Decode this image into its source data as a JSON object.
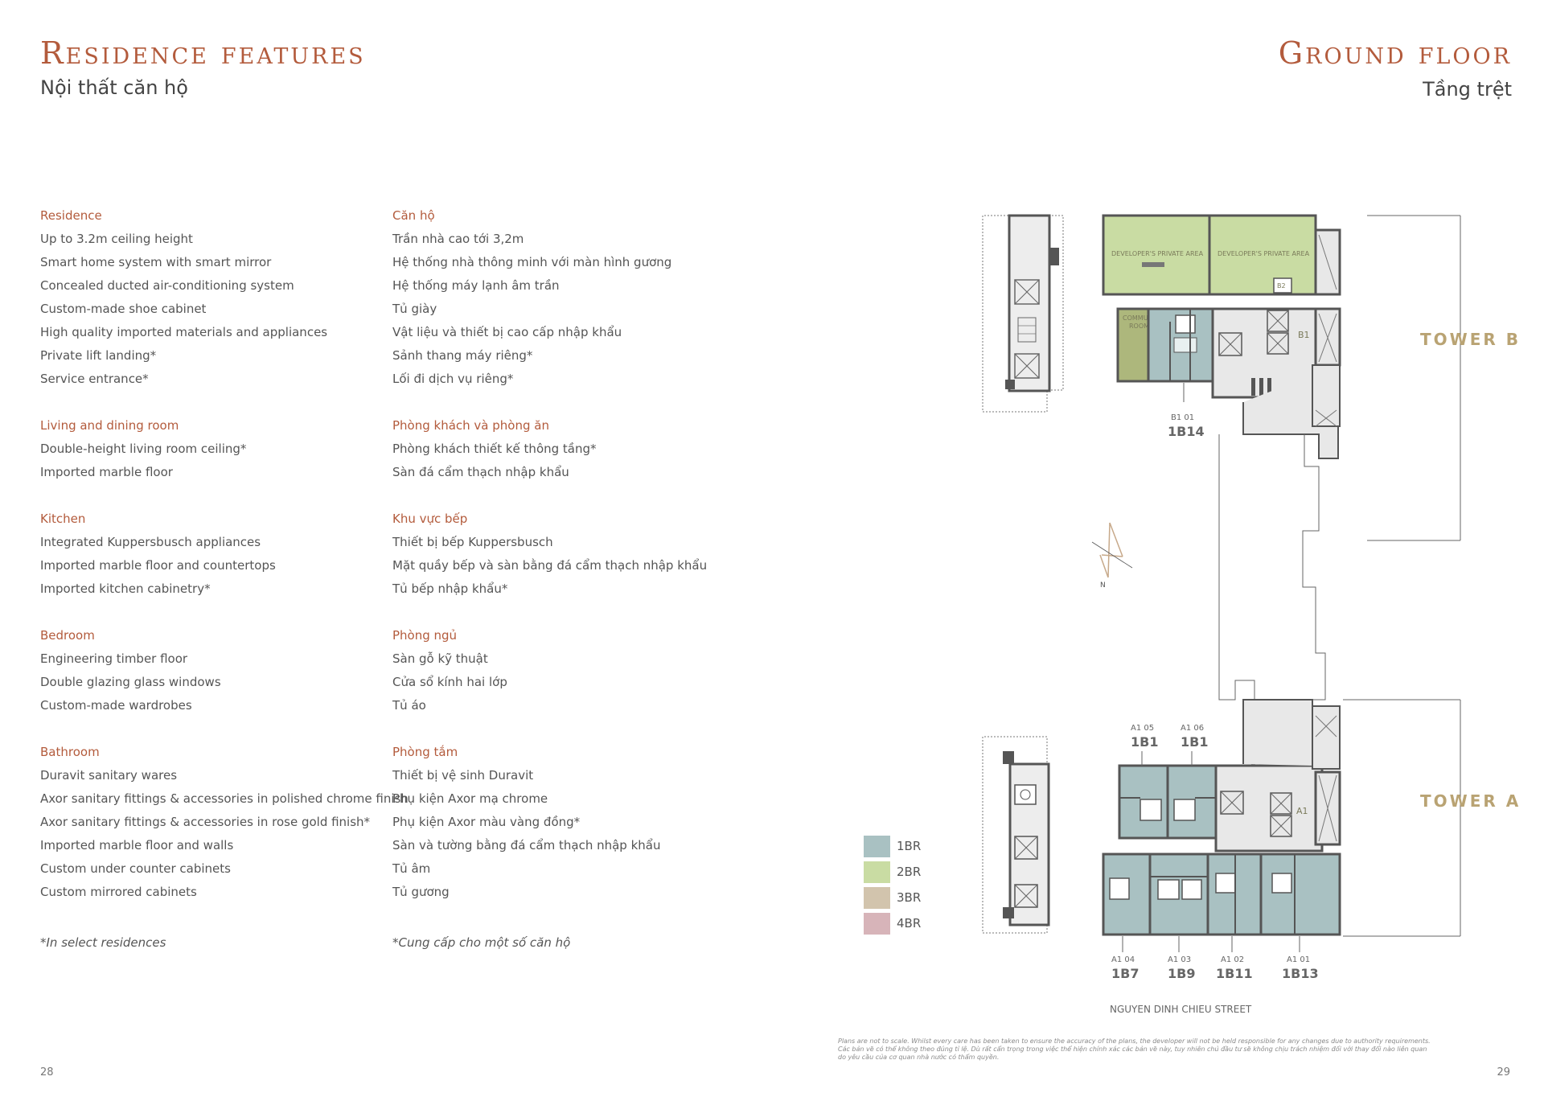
{
  "left_header": {
    "title": "Residence features",
    "subtitle": "Nội thất căn hộ"
  },
  "right_header": {
    "title": "Ground floor",
    "subtitle": "Tầng trệt"
  },
  "features_en": [
    {
      "heading": "Residence",
      "items": [
        "Up to 3.2m ceiling height",
        "Smart home system with smart mirror",
        "Concealed ducted air-conditioning system",
        "Custom-made shoe cabinet",
        "High quality imported materials and appliances",
        "Private lift landing*",
        "Service entrance*"
      ]
    },
    {
      "heading": "Living and dining room",
      "items": [
        "Double-height living room ceiling*",
        "Imported marble floor"
      ]
    },
    {
      "heading": "Kitchen",
      "items": [
        "Integrated Kuppersbusch appliances",
        "Imported marble floor and countertops",
        "Imported kitchen cabinetry*"
      ]
    },
    {
      "heading": "Bedroom",
      "items": [
        "Engineering timber floor",
        "Double glazing glass windows",
        "Custom-made wardrobes"
      ]
    },
    {
      "heading": "Bathroom",
      "items": [
        "Duravit sanitary wares",
        "Axor sanitary fittings & accessories in polished chrome finish",
        "Axor sanitary fittings & accessories in rose gold finish*",
        "Imported marble floor and walls",
        "Custom under counter cabinets",
        "Custom mirrored cabinets"
      ]
    }
  ],
  "features_vi": [
    {
      "heading": "Căn hộ",
      "items": [
        "Trần nhà cao tới 3,2m",
        "Hệ thống nhà thông minh với màn hình gương",
        "Hệ thống máy lạnh âm trần",
        "Tủ giày",
        "Vật liệu và thiết bị cao cấp nhập khẩu",
        "Sảnh thang máy riêng*",
        "Lối đi dịch vụ riêng*"
      ]
    },
    {
      "heading": "Phòng khách và phòng ăn",
      "items": [
        "Phòng khách thiết kế thông tầng*",
        "Sàn đá cẩm thạch nhập khẩu"
      ]
    },
    {
      "heading": "Khu vực bếp",
      "items": [
        "Thiết bị bếp Kuppersbusch",
        "Mặt quầy bếp và sàn bằng đá cẩm thạch nhập khẩu",
        "Tủ bếp nhập khẩu*"
      ]
    },
    {
      "heading": "Phòng ngủ",
      "items": [
        "Sàn gỗ kỹ thuật",
        "Cửa sổ kính hai lớp",
        "Tủ áo"
      ]
    },
    {
      "heading": "Phòng tắm",
      "items": [
        "Thiết bị vệ sinh Duravit",
        "Phụ kiện Axor mạ chrome",
        "Phụ kiện Axor màu vàng đồng*",
        "Sàn và tường bằng đá cẩm thạch nhập khẩu",
        "Tủ âm",
        "Tủ gương"
      ]
    }
  ],
  "notes": {
    "en": "*In select residences",
    "vi": "*Cung cấp cho một số căn hộ"
  },
  "plan": {
    "towers": {
      "b": "TOWER B",
      "a": "TOWER A"
    },
    "rooms": {
      "dev1": "DEVELOPER'S PRIVATE AREA",
      "dev2": "DEVELOPER'S PRIVATE AREA",
      "community_1": "COMMUNITY",
      "community_2": "ROOM"
    },
    "core_labels": {
      "b2": "B2",
      "b1": "B1",
      "a1": "A1"
    },
    "units": {
      "b101": {
        "code": "B1 01",
        "name": "1B14"
      },
      "a105": {
        "code": "A1 05",
        "name": "1B1"
      },
      "a106": {
        "code": "A1 06",
        "name": "1B1"
      },
      "a104": {
        "code": "A1 04",
        "name": "1B7"
      },
      "a103": {
        "code": "A1 03",
        "name": "1B9"
      },
      "a102": {
        "code": "A1 02",
        "name": "1B11"
      },
      "a101": {
        "code": "A1 01",
        "name": "1B13"
      }
    },
    "north": "N",
    "street": "NGUYEN DINH CHIEU STREET",
    "colors": {
      "br1": "#a9c1c2",
      "br2": "#c9dca3",
      "br3": "#d2c4ad",
      "br4": "#d7b4b9",
      "community": "#adb77c",
      "core": "#e8e8e8",
      "accent": "#b35b3c",
      "tower": "#b9a373"
    }
  },
  "legend": [
    {
      "label": "1BR",
      "color": "#a9c1c2"
    },
    {
      "label": "2BR",
      "color": "#c9dca3"
    },
    {
      "label": "3BR",
      "color": "#d2c4ad"
    },
    {
      "label": "4BR",
      "color": "#d7b4b9"
    }
  ],
  "disclaimer": [
    "Plans are not to scale. Whilst every care has been taken to ensure the accuracy of the plans, the developer will not be held responsible for any changes due to authority requirements.",
    "Các bản vẽ có thể không theo đúng tỉ lệ. Dù rất cẩn trọng trong việc thể hiện chính xác các bản vẽ này, tuy nhiên chủ đầu tư sẽ không chịu trách nhiệm đối với thay đổi nào liên quan",
    "do yêu cầu của cơ quan nhà nước có thẩm quyền."
  ],
  "page_numbers": {
    "left": "28",
    "right": "29"
  }
}
